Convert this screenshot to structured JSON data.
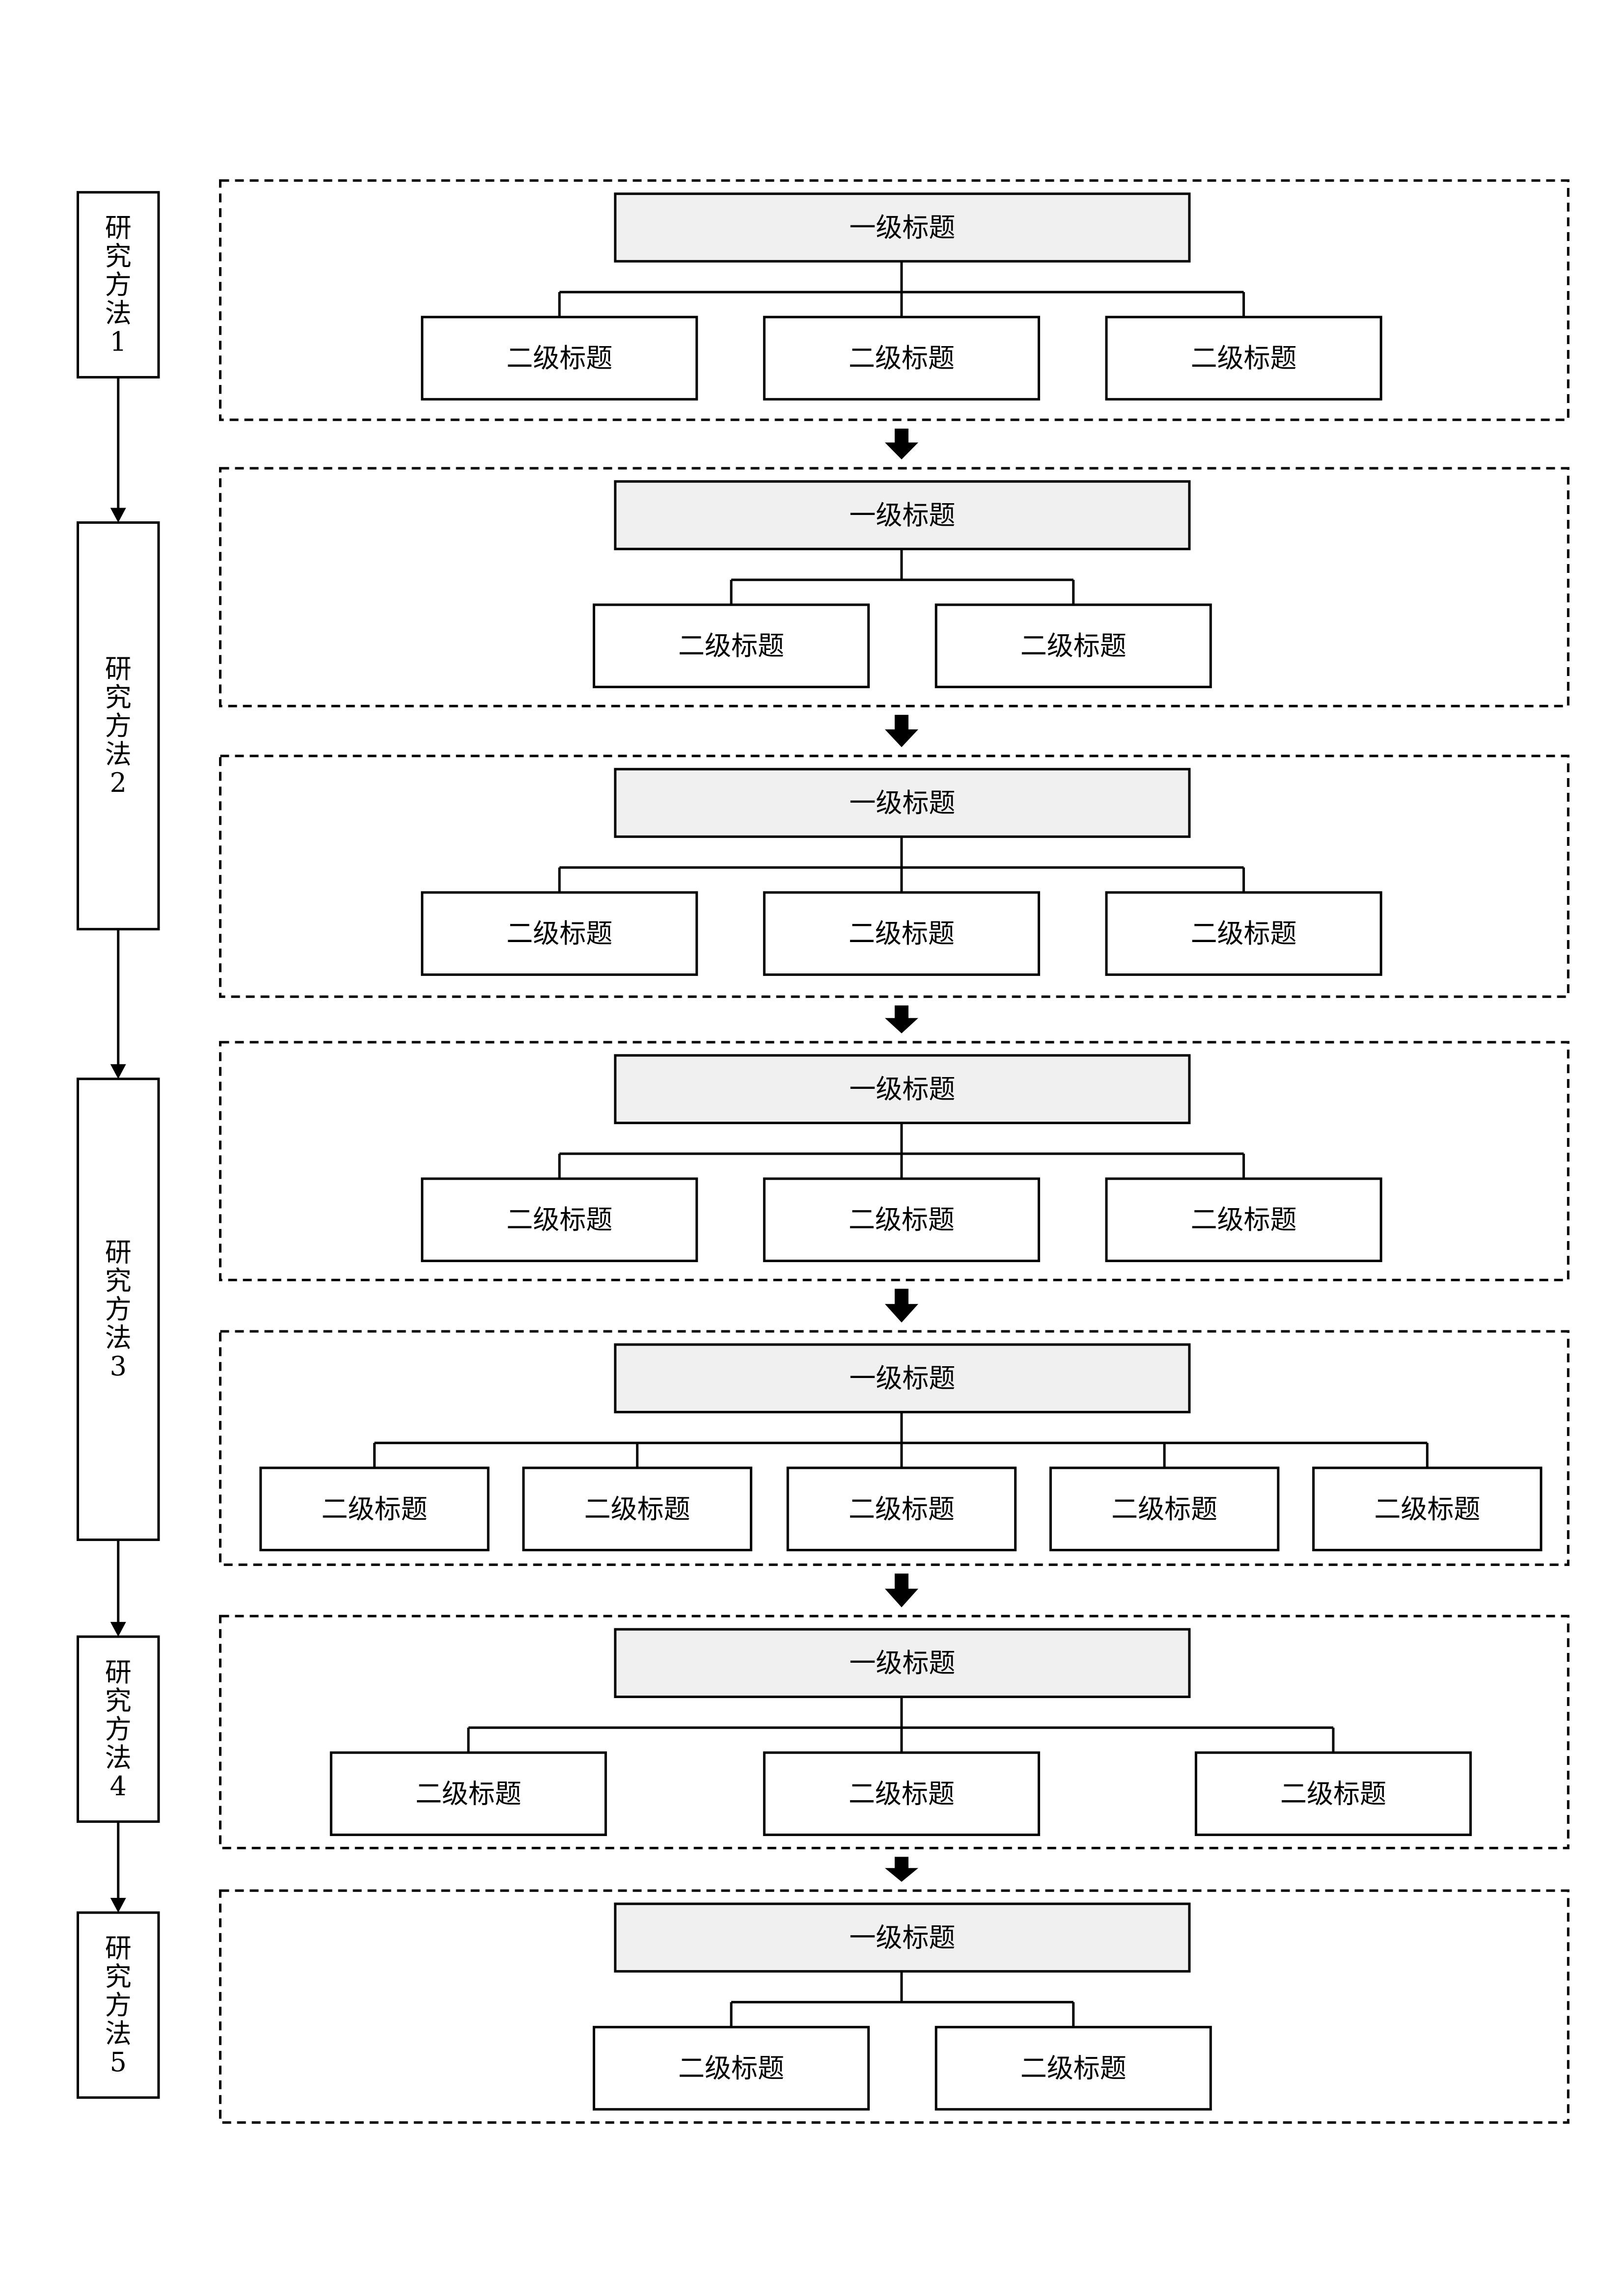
{
  "colors": {
    "line": "#000000",
    "primary_fill": "#f0f0f0",
    "secondary_fill": "#ffffff",
    "background": "#ffffff"
  },
  "methods": [
    {
      "label": "研究方法1",
      "chars": [
        "研",
        "究",
        "方",
        "法",
        "1"
      ]
    },
    {
      "label": "研究方法2",
      "chars": [
        "研",
        "究",
        "方",
        "法",
        "2"
      ]
    },
    {
      "label": "研究方法3",
      "chars": [
        "研",
        "究",
        "方",
        "法",
        "3"
      ]
    },
    {
      "label": "研究方法4",
      "chars": [
        "研",
        "究",
        "方",
        "法",
        "4"
      ]
    },
    {
      "label": "研究方法5",
      "chars": [
        "研",
        "究",
        "方",
        "法",
        "5"
      ]
    }
  ],
  "sections": [
    {
      "primary": "一级标题",
      "secondary": [
        "二级标题",
        "二级标题",
        "二级标题"
      ]
    },
    {
      "primary": "一级标题",
      "secondary": [
        "二级标题",
        "二级标题"
      ]
    },
    {
      "primary": "一级标题",
      "secondary": [
        "二级标题",
        "二级标题",
        "二级标题"
      ]
    },
    {
      "primary": "一级标题",
      "secondary": [
        "二级标题",
        "二级标题",
        "二级标题"
      ]
    },
    {
      "primary": "一级标题",
      "secondary": [
        "二级标题",
        "二级标题",
        "二级标题",
        "二级标题",
        "二级标题"
      ]
    },
    {
      "primary": "一级标题",
      "secondary": [
        "二级标题",
        "二级标题",
        "二级标题"
      ]
    },
    {
      "primary": "一级标题",
      "secondary": [
        "二级标题",
        "二级标题"
      ]
    }
  ]
}
